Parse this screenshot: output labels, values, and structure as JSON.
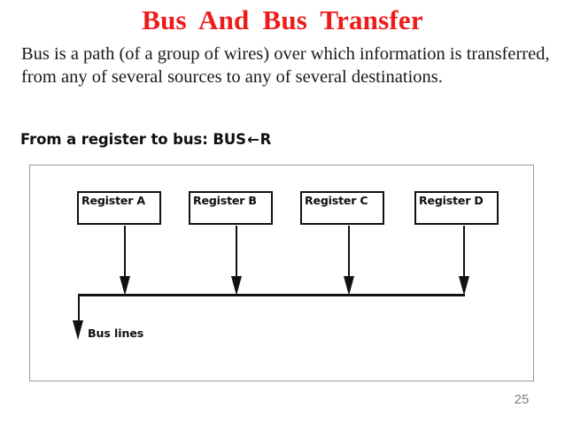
{
  "slide": {
    "title": "Bus  And  Bus  Transfer",
    "title_color": "#EE1B1B",
    "body_text": "Bus is a path (of a group of wires) over which information is transferred, from any of several sources to any of several destinations.",
    "sub_heading_prefix": "From a register to bus: BUS",
    "sub_heading_arrow": "←",
    "sub_heading_suffix": "R",
    "slide_number": "25"
  },
  "diagram": {
    "registers": [
      {
        "label": "Register A"
      },
      {
        "label": "Register B"
      },
      {
        "label": "Register C"
      },
      {
        "label": "Register D"
      }
    ],
    "bus_label": "Bus lines",
    "line_color": "#111111",
    "frame_color": "#9a9a9a"
  }
}
